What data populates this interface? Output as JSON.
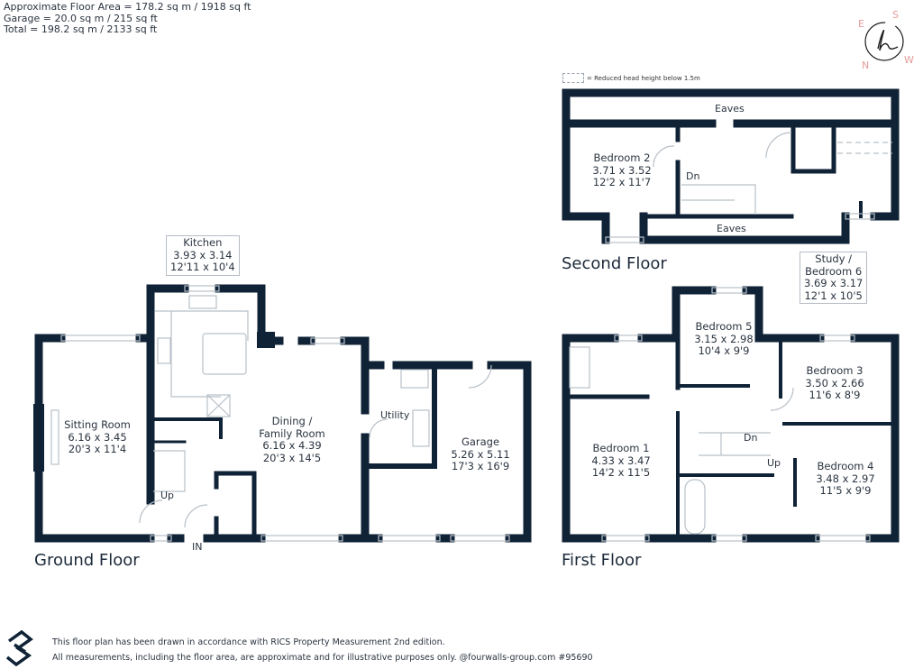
{
  "header": {
    "areas": [
      "Approximate Floor Area = 178.2 sq m / 1918 sq ft",
      "Garage = 20.0 sq m / 215 sq ft",
      "Total = 198.2 sq m / 2133 sq ft"
    ]
  },
  "compass": {
    "letters": {
      "n": "N",
      "e": "E",
      "s": "S",
      "w": "W"
    },
    "accent_color": "#e39a9a",
    "monogram": "h"
  },
  "legend": {
    "text": "= Reduced head height below 1.5m"
  },
  "floors": {
    "ground": {
      "title": "Ground Floor",
      "entrance": "IN",
      "stairs": "Up",
      "rooms": {
        "kitchen": {
          "name": "Kitchen",
          "metric": "3.93 x 3.14",
          "imperial": "12'11 x 10'4"
        },
        "sitting": {
          "name": "Sitting Room",
          "metric": "6.16 x 3.45",
          "imperial": "20'3 x 11'4"
        },
        "dining": {
          "name": "Dining /",
          "name2": "Family Room",
          "metric": "6.16 x 4.39",
          "imperial": "20'3 x 14'5"
        },
        "utility": {
          "name": "Utility"
        },
        "garage": {
          "name": "Garage",
          "metric": "5.26 x 5.11",
          "imperial": "17'3 x 16'9"
        }
      }
    },
    "first": {
      "title": "First Floor",
      "stairs_down": "Dn",
      "stairs_up": "Up",
      "rooms": {
        "bed1": {
          "name": "Bedroom 1",
          "metric": "4.33 x 3.47",
          "imperial": "14'2 x 11'5"
        },
        "bed3": {
          "name": "Bedroom 3",
          "metric": "3.50 x 2.66",
          "imperial": "11'6 x 8'9"
        },
        "bed4": {
          "name": "Bedroom 4",
          "metric": "3.48 x 2.97",
          "imperial": "11'5 x 9'9"
        },
        "bed5": {
          "name": "Bedroom 5",
          "metric": "3.15 x 2.98",
          "imperial": "10'4 x 9'9"
        }
      }
    },
    "second": {
      "title": "Second Floor",
      "stairs_down": "Dn",
      "eaves_top": "Eaves",
      "eaves_bottom": "Eaves",
      "rooms": {
        "bed2": {
          "name": "Bedroom 2",
          "metric": "3.71 x 3.52",
          "imperial": "12'2 x 11'7"
        },
        "study": {
          "name": "Study /",
          "name2": "Bedroom 6",
          "metric": "3.69 x 3.17",
          "imperial": "12'1 x 10'5"
        }
      }
    }
  },
  "footer": {
    "line1": "This floor plan has been drawn in accordance with RICS Property Measurement 2nd edition.",
    "line2": "All measurements, including the floor area, are approximate and for illustrative purposes only. @fourwalls-group.com #95690"
  },
  "colors": {
    "wall": "#0f2236",
    "fixture": "#b8c0c8",
    "text": "#2b3440"
  }
}
